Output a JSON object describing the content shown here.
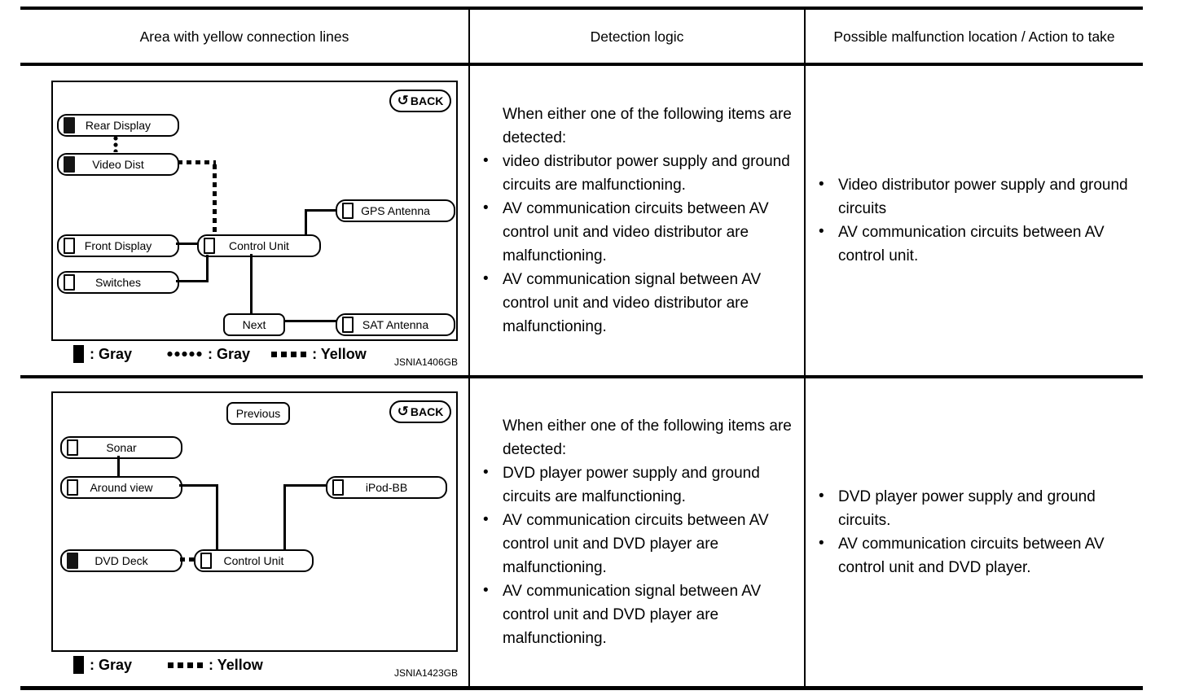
{
  "page": {
    "headers": {
      "area": "Area with yellow connection lines",
      "detection": "Detection logic",
      "action": "Possible malfunction location / Action to take"
    }
  },
  "icons": {
    "back_icon": "↺"
  },
  "rows": [
    {
      "figure": {
        "back_label": "BACK",
        "next_label": "Next",
        "nodes": {
          "rear_display": "Rear Display",
          "video_dist": "Video Dist",
          "front_display": "Front Display",
          "switches": "Switches",
          "control_unit": "Control Unit",
          "gps_antenna": "GPS Antenna",
          "sat_antenna": "SAT Antenna"
        },
        "legend": [
          {
            "marker": "solid-bar",
            "label": ": Gray"
          },
          {
            "marker": "round-dots",
            "label": ": Gray"
          },
          {
            "marker": "square-dashes",
            "label": ": Yellow"
          }
        ],
        "code": "JSNIA1406GB"
      },
      "detection": {
        "intro": "When either one of the following items are detected:",
        "bullets": [
          "video distributor power supply and ground circuits are malfunctioning.",
          "AV communication circuits between AV control unit and video distributor are malfunctioning.",
          "AV communication signal between AV control unit and video distributor are malfunctioning."
        ]
      },
      "action": {
        "bullets": [
          "Video distributor power supply and ground circuits",
          "AV communication circuits between AV control unit."
        ]
      }
    },
    {
      "figure": {
        "back_label": "BACK",
        "previous_label": "Previous",
        "nodes": {
          "sonar": "Sonar",
          "around_view": "Around view",
          "dvd_deck": "DVD Deck",
          "control_unit": "Control Unit",
          "ipod_bb": "iPod-BB"
        },
        "legend": [
          {
            "marker": "solid-bar",
            "label": ": Gray"
          },
          {
            "marker": "square-dashes",
            "label": ": Yellow"
          }
        ],
        "code": "JSNIA1423GB"
      },
      "detection": {
        "intro": "When either one of the following items are detected:",
        "bullets": [
          "DVD player power supply and ground circuits are malfunctioning.",
          "AV communication circuits between AV control unit and DVD player are malfunctioning.",
          "AV communication signal between AV control unit and DVD player are malfunctioning."
        ]
      },
      "action": {
        "bullets": [
          "DVD player power supply and ground circuits.",
          "AV communication circuits between AV control unit and DVD player."
        ]
      }
    }
  ]
}
